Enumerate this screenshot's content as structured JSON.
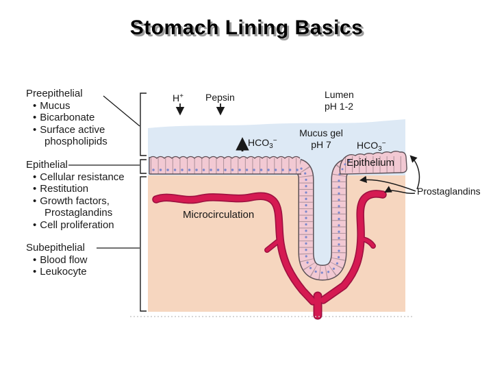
{
  "title": "Stomach Lining Basics",
  "colors": {
    "title_shadow": "#9b9b9b",
    "lumen_blue": "#dde9f5",
    "tissue_salmon": "#f6d6bf",
    "cell_pink": "#f2c9d3",
    "nucleus": "#7d88cc",
    "outline": "#5a4f55",
    "vessel_red": "#d51a52",
    "vessel_dark": "#9e1140",
    "ink": "#1a1a1a"
  },
  "left_panel": {
    "bullet": "•",
    "sections": [
      {
        "heading": "Preepithelial",
        "items": [
          "Mucus",
          "Bicarbonate",
          "Surface active",
          "phospholipids"
        ]
      },
      {
        "heading": "Epithelial",
        "items": [
          "Cellular resistance",
          "Restitution",
          "Growth factors,",
          "Prostaglandins",
          "Cell proliferation"
        ]
      },
      {
        "heading": "Subepithelial",
        "items": [
          "Blood flow",
          "Leukocyte"
        ]
      }
    ]
  },
  "diagram": {
    "h_ion": {
      "base": "H",
      "sup": "+"
    },
    "pepsin": "Pepsin",
    "lumen_line1": "Lumen",
    "lumen_line2": "pH 1-2",
    "hco3": {
      "base": "HCO",
      "sub": "3",
      "sup": "−"
    },
    "mucus_line1": "Mucus gel",
    "mucus_line2": "pH 7",
    "epithelium": "Epithelium",
    "microcirculation": "Microcirculation",
    "prostaglandins": "Prostaglandins"
  }
}
